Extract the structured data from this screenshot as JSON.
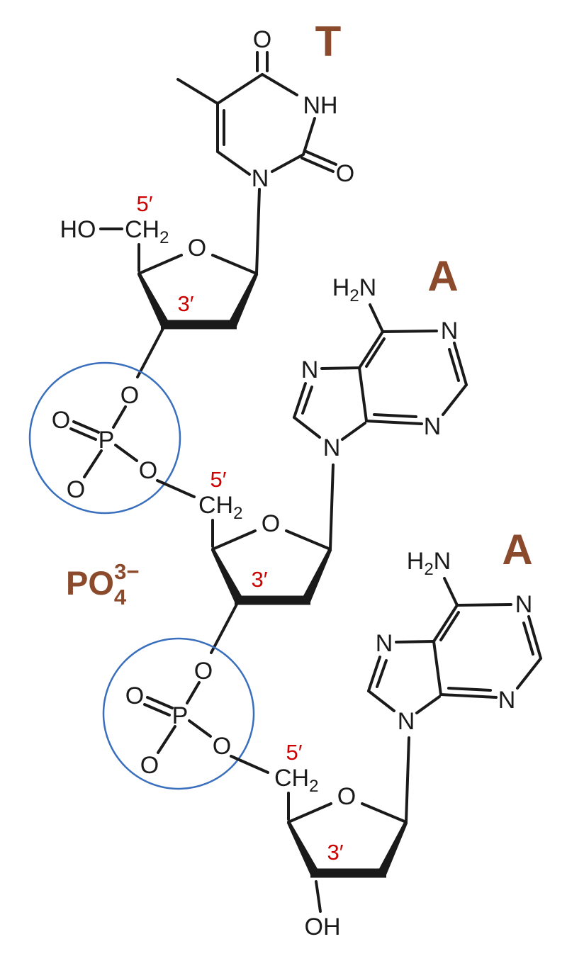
{
  "figure": {
    "kind": "chemical structure diagram",
    "subject": "DNA trinucleotide segment: thymine and two adenine nucleotides joined 3′→5′ by circled phosphodiester groups"
  },
  "colors": {
    "bond": "#1a1a1a",
    "atom_text": "#1a1a1a",
    "base_label": "#8a4a2b",
    "prime_label": "#cc0000",
    "phosphate_circle": "#3a6fbe"
  },
  "base_labels": {
    "thymine": "T",
    "adenine_mid": "A",
    "adenine_bottom": "A"
  },
  "prime_labels": {
    "five": "5′",
    "three": "3′"
  },
  "phosphate_label": {
    "main": "PO",
    "sub": "4",
    "sup": "3−"
  },
  "atom_labels": {
    "O": "O",
    "N": "N",
    "NH": "NH",
    "P": "P",
    "HO": "HO",
    "OH": "OH",
    "CH": "CH",
    "H": "H",
    "sub2": "2"
  }
}
